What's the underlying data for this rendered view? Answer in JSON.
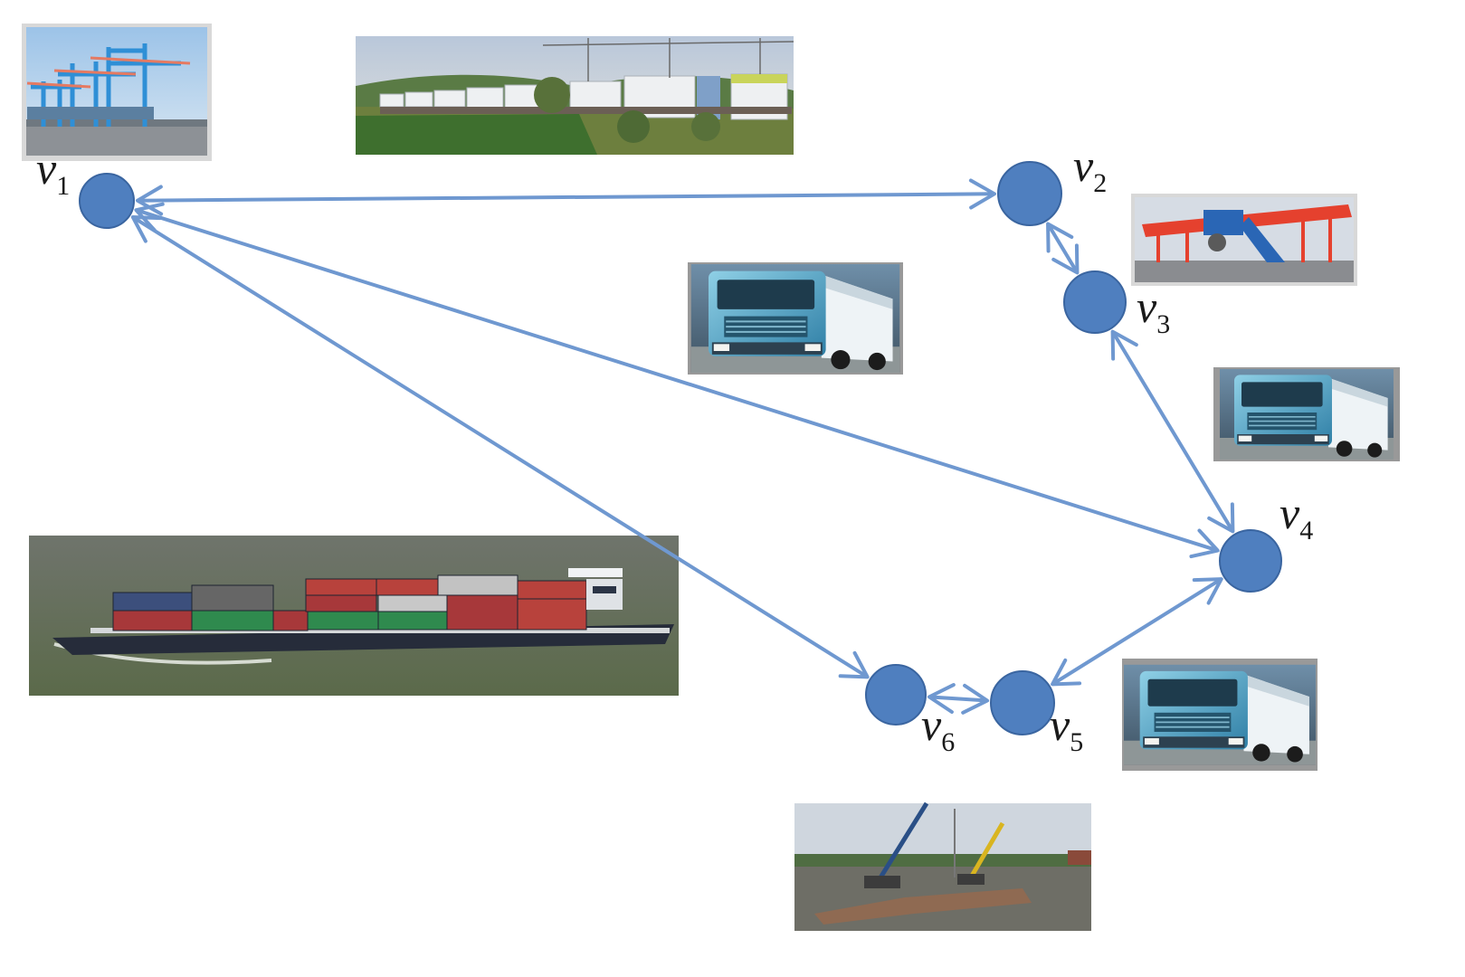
{
  "colors": {
    "node_fill": "#4f7fbf",
    "node_stroke": "#3a65a0",
    "edge": "#6f98d0"
  },
  "nodes": [
    {
      "id": "v1",
      "letter": "v",
      "index": "1"
    },
    {
      "id": "v2",
      "letter": "v",
      "index": "2"
    },
    {
      "id": "v3",
      "letter": "v",
      "index": "3"
    },
    {
      "id": "v4",
      "letter": "v",
      "index": "4"
    },
    {
      "id": "v5",
      "letter": "v",
      "index": "5"
    },
    {
      "id": "v6",
      "letter": "v",
      "index": "6"
    }
  ],
  "edges": [
    {
      "from": "v1",
      "to": "v2",
      "direction": "both"
    },
    {
      "from": "v2",
      "to": "v3",
      "direction": "both"
    },
    {
      "from": "v3",
      "to": "v4",
      "direction": "both"
    },
    {
      "from": "v1",
      "to": "v4",
      "direction": "both"
    },
    {
      "from": "v1",
      "to": "v6",
      "direction": "both"
    },
    {
      "from": "v4",
      "to": "v5",
      "direction": "both"
    },
    {
      "from": "v5",
      "to": "v6",
      "direction": "both"
    }
  ],
  "images": [
    {
      "id": "container-terminal-cranes",
      "depicts": "gantry cranes at a container port"
    },
    {
      "id": "freight-train",
      "depicts": "container freight train in a field"
    },
    {
      "id": "rail-gantry-crane",
      "depicts": "red rail-mounted gantry crane"
    },
    {
      "id": "truck-center",
      "depicts": "blue semi-truck"
    },
    {
      "id": "truck-right-upper",
      "depicts": "blue semi-truck"
    },
    {
      "id": "truck-right-lower",
      "depicts": "blue semi-truck"
    },
    {
      "id": "container-barge",
      "depicts": "inland container barge on a river"
    },
    {
      "id": "river-port-cranes",
      "depicts": "mobile cranes at a river port quay"
    }
  ]
}
